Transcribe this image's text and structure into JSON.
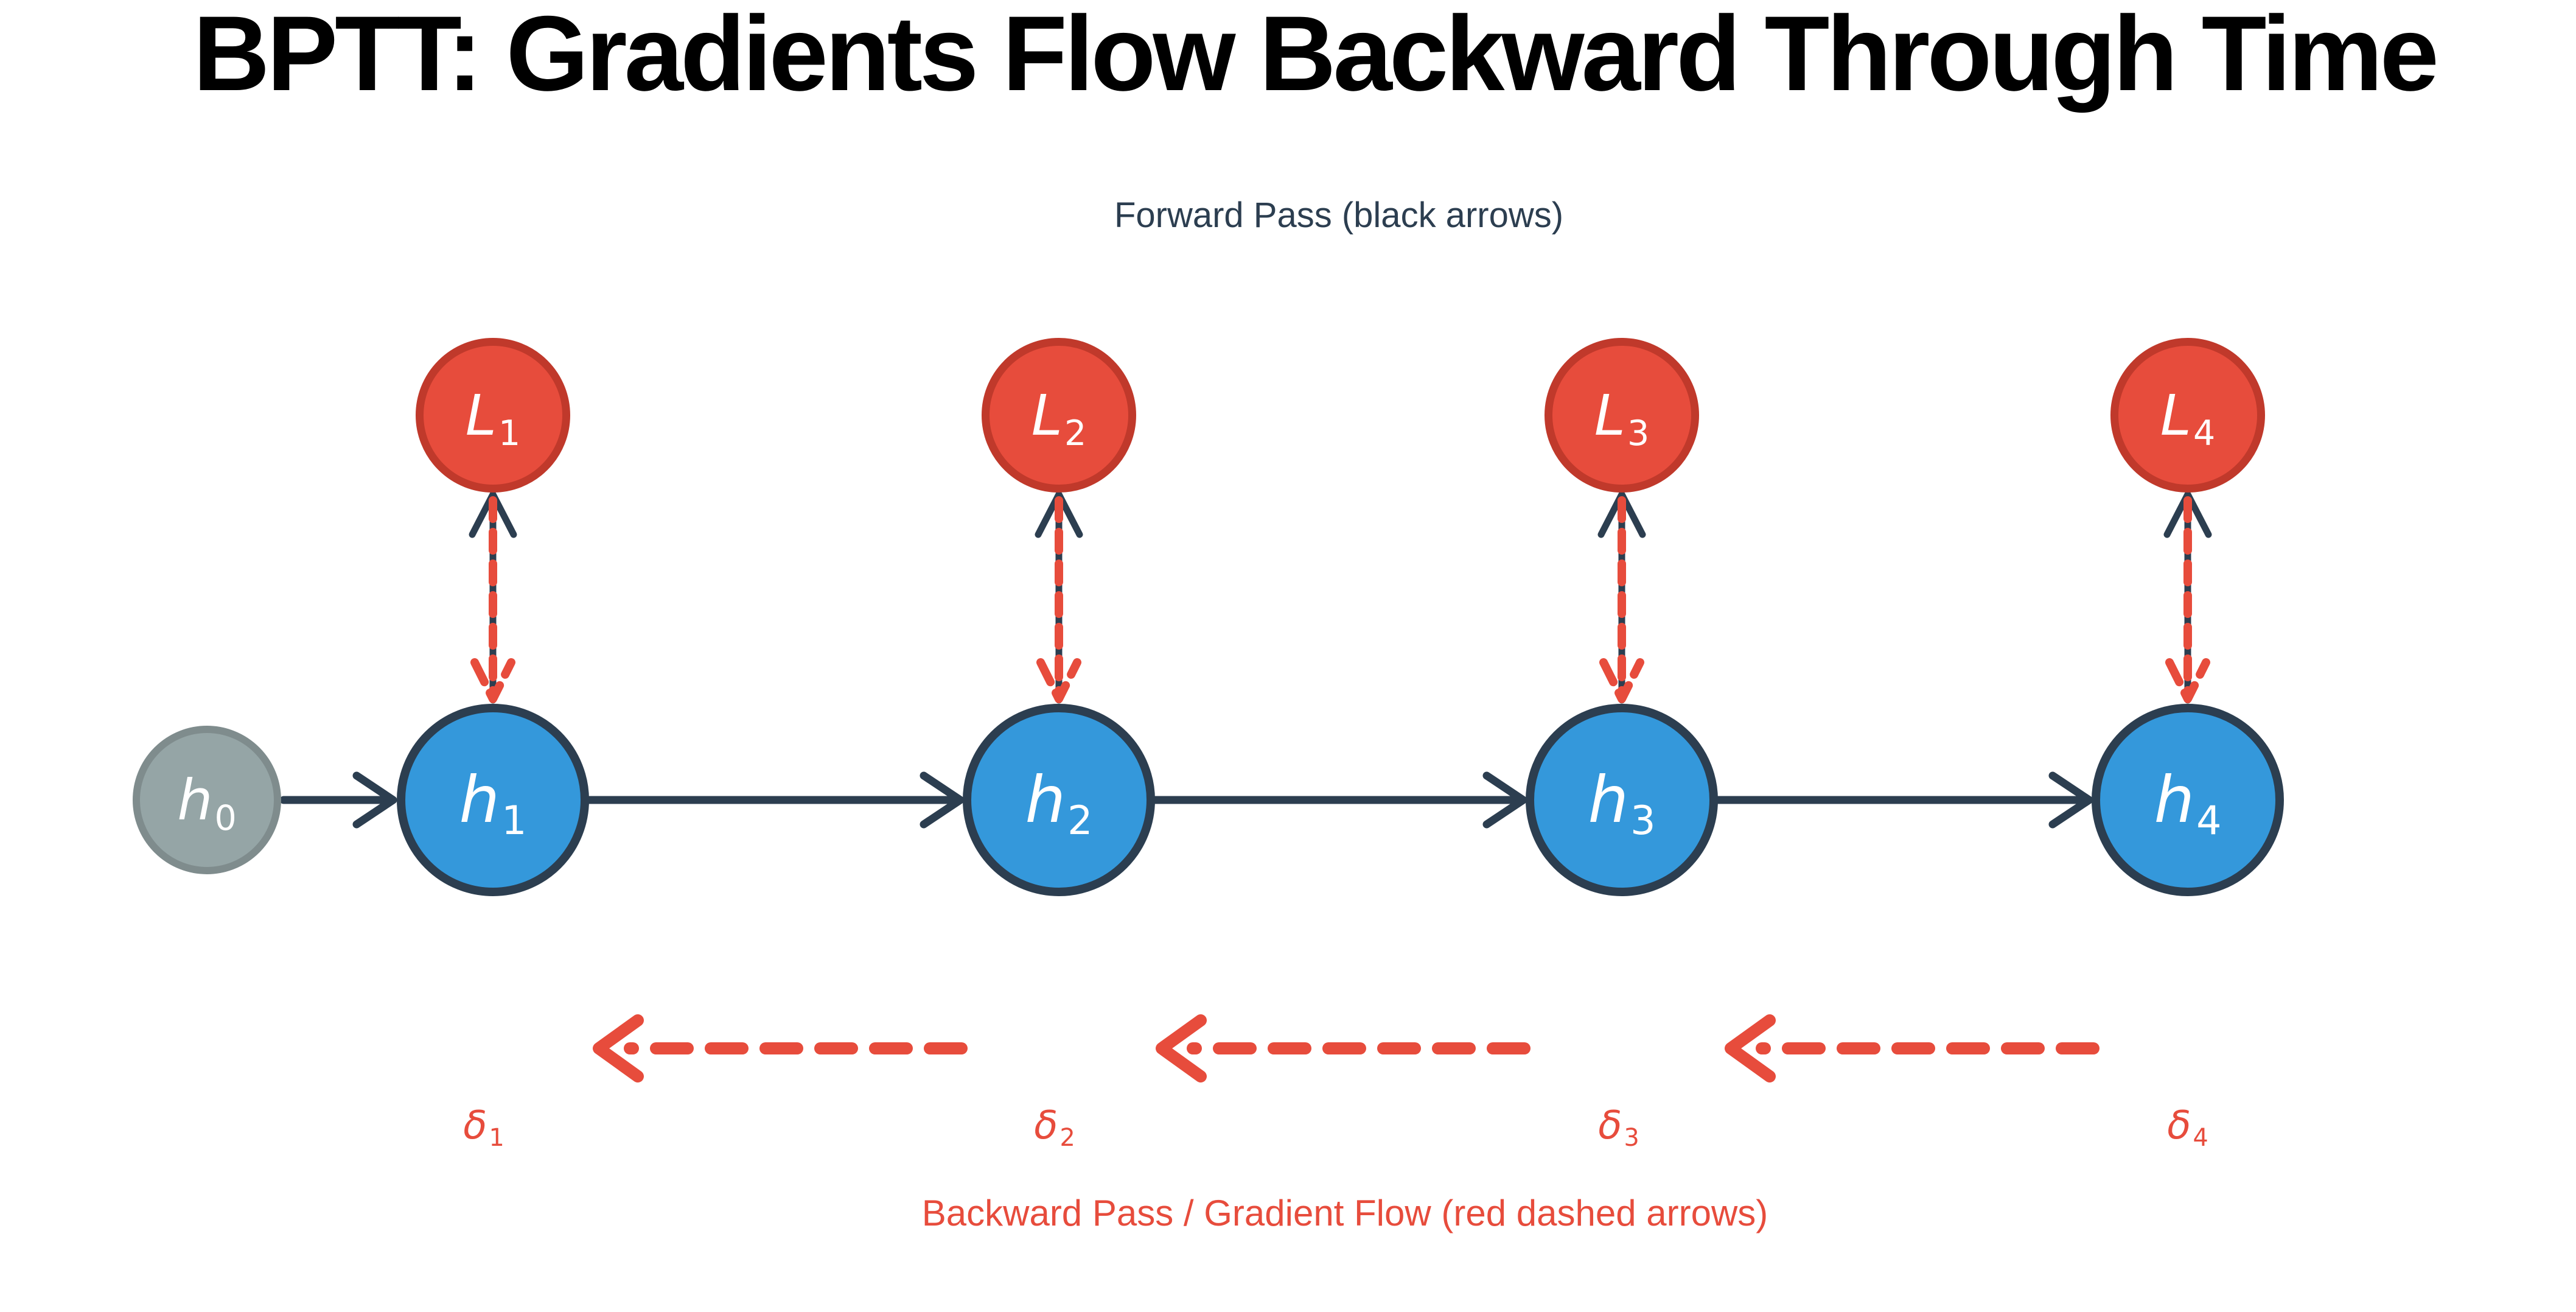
{
  "title": "BPTT: Gradients Flow Backward Through Time",
  "legend": {
    "forward": "Forward Pass (black arrows)",
    "backward": "Backward Pass / Gradient Flow (red dashed arrows)"
  },
  "nodes": {
    "initial": {
      "base": "h",
      "sub": "0"
    },
    "hidden": [
      {
        "base": "h",
        "sub": "1"
      },
      {
        "base": "h",
        "sub": "2"
      },
      {
        "base": "h",
        "sub": "3"
      },
      {
        "base": "h",
        "sub": "4"
      }
    ],
    "loss": [
      {
        "base": "L",
        "sub": "1"
      },
      {
        "base": "L",
        "sub": "2"
      },
      {
        "base": "L",
        "sub": "3"
      },
      {
        "base": "L",
        "sub": "4"
      }
    ],
    "deltas": [
      {
        "base": "δ",
        "sub": "1"
      },
      {
        "base": "δ",
        "sub": "2"
      },
      {
        "base": "δ",
        "sub": "3"
      },
      {
        "base": "δ",
        "sub": "4"
      }
    ]
  },
  "colors": {
    "title_color": "#000000",
    "forward_color": "#2c3e50",
    "backward_color": "#e74c3c",
    "hidden_fill": "#3498db",
    "hidden_border": "#2c3e50",
    "loss_fill": "#e74c3c",
    "loss_border": "#c0392b",
    "initial_fill": "#95a5a6",
    "initial_border": "#7f8c8d"
  }
}
